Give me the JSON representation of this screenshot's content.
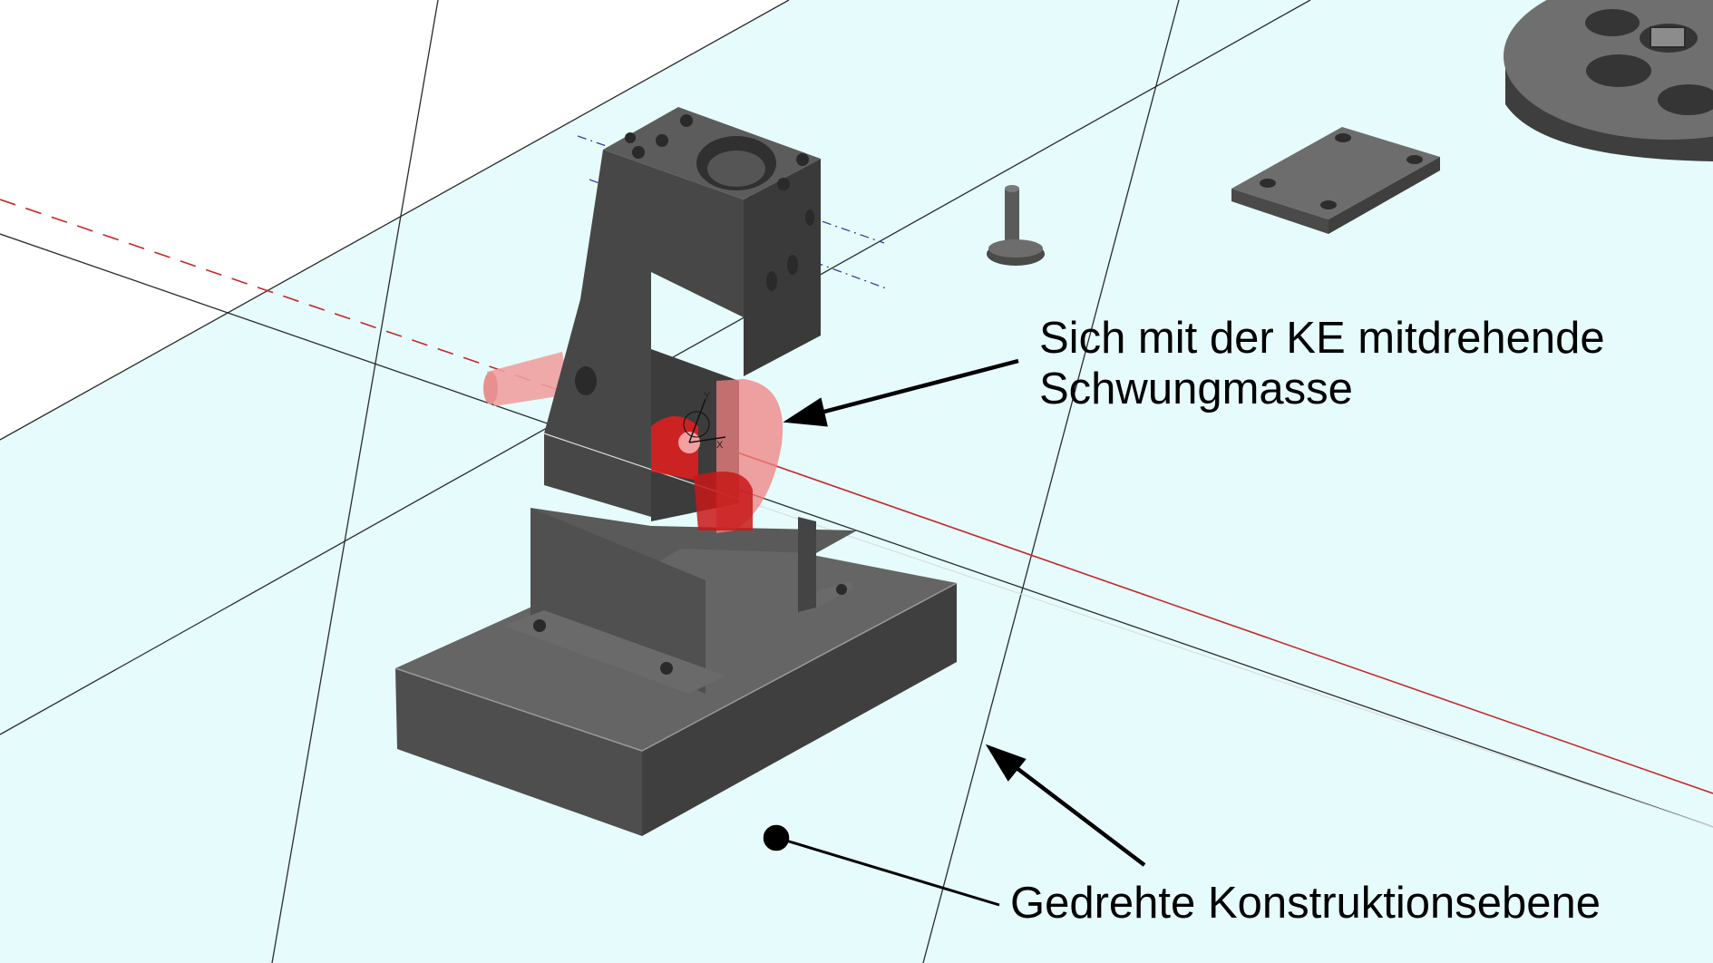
{
  "annotations": {
    "flywheel_line1": "Sich mit der KE mitdrehende",
    "flywheel_line2": "Schwungmasse",
    "plane_label": "Gedrehte Konstruktionsebene"
  },
  "triad": {
    "y_label": "Y",
    "x_label": "X"
  },
  "colors": {
    "plane_fill": "#e6fcfc",
    "background": "#ffffff",
    "part_dark": "#3f3f3f",
    "part_mid": "#5a5a5a",
    "part_light": "#7a7a7a",
    "highlight_red": "#e02020",
    "axis_red": "#c62828",
    "axis_blue": "#3a3aa8"
  }
}
